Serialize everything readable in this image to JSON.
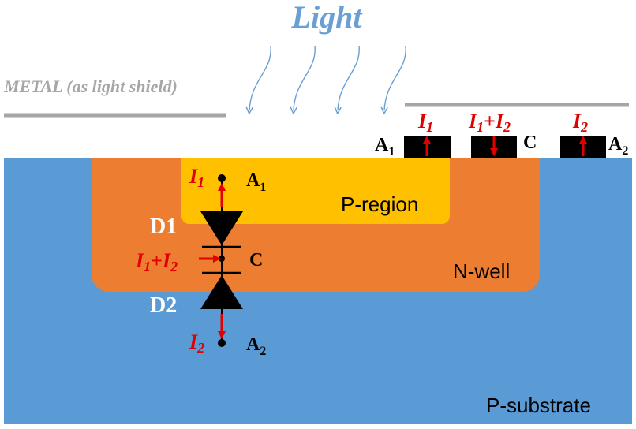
{
  "title": "Light",
  "metal_label": "METAL (as light shield)",
  "regions": {
    "p_region": "P-region",
    "n_well": "N-well",
    "p_substrate": "P-substrate"
  },
  "contacts": {
    "a1": {
      "main": "A",
      "sub": "1"
    },
    "c": "C",
    "a2": {
      "main": "A",
      "sub": "2"
    }
  },
  "currents": {
    "i1": {
      "main": "I",
      "sub": "1"
    },
    "i1_plus_i2": {
      "a": "I",
      "a_sub": "1",
      "plus": "+",
      "b": "I",
      "b_sub": "2"
    },
    "i2": {
      "main": "I",
      "sub": "2"
    }
  },
  "diodes": {
    "d1": "D1",
    "d2": "D2"
  },
  "colors": {
    "light": "#6a9fd4",
    "metal": "#a6a6a6",
    "p_substrate": "#5b9bd5",
    "n_well": "#ed7d31",
    "p_region": "#ffc000",
    "current": "#e00000",
    "contact": "#000000",
    "diode_label": "#ffffff"
  }
}
